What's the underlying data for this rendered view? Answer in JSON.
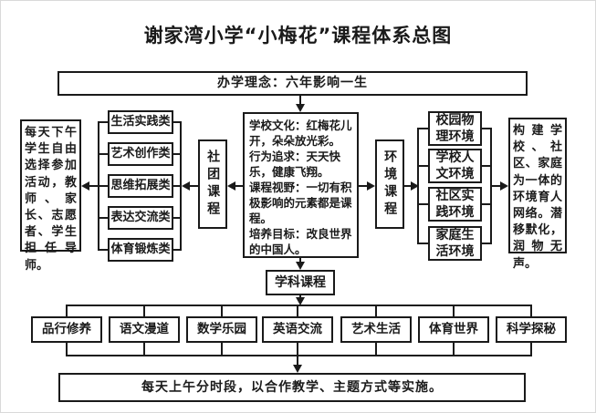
{
  "title": "谢家湾小学“小梅花”课程体系总图",
  "banners": {
    "top": "办学理念：六年影响一生",
    "bottom": "每天上午分时段，以合作教学、主题方式等实施。"
  },
  "center": {
    "lines": [
      "学校文化：红梅花儿开，朵朵放光彩。",
      "行为追求：天天快乐，健康飞翔。",
      "课程视野：一切有积极影响的元素都是课程。",
      "培养目标：改良世界的中国人。"
    ]
  },
  "courses": {
    "club": "社团课程",
    "environment": "环境课程",
    "subject": "学科课程"
  },
  "club_categories": [
    "生活实践类",
    "艺术创作类",
    "思维拓展类",
    "表达交流类",
    "体育锻炼类"
  ],
  "environment_categories": [
    "校园物理环境",
    "学校人文环境",
    "社区实践环境",
    "家庭生活环境"
  ],
  "notes": {
    "left": "每天下午学生自由选择参加活动，教师、家长、志愿者、学生担任导师。",
    "right": "构建学校、社区、家庭为一体的环境育人网络。潜移默化，润物无声。"
  },
  "subjects": [
    "品行修养",
    "语文漫道",
    "数学乐园",
    "英语交流",
    "艺术生活",
    "体育世界",
    "科学探秘"
  ],
  "colors": {
    "line": "#1a1a1a",
    "background": "#ffffff",
    "text": "#1a1a1a"
  }
}
